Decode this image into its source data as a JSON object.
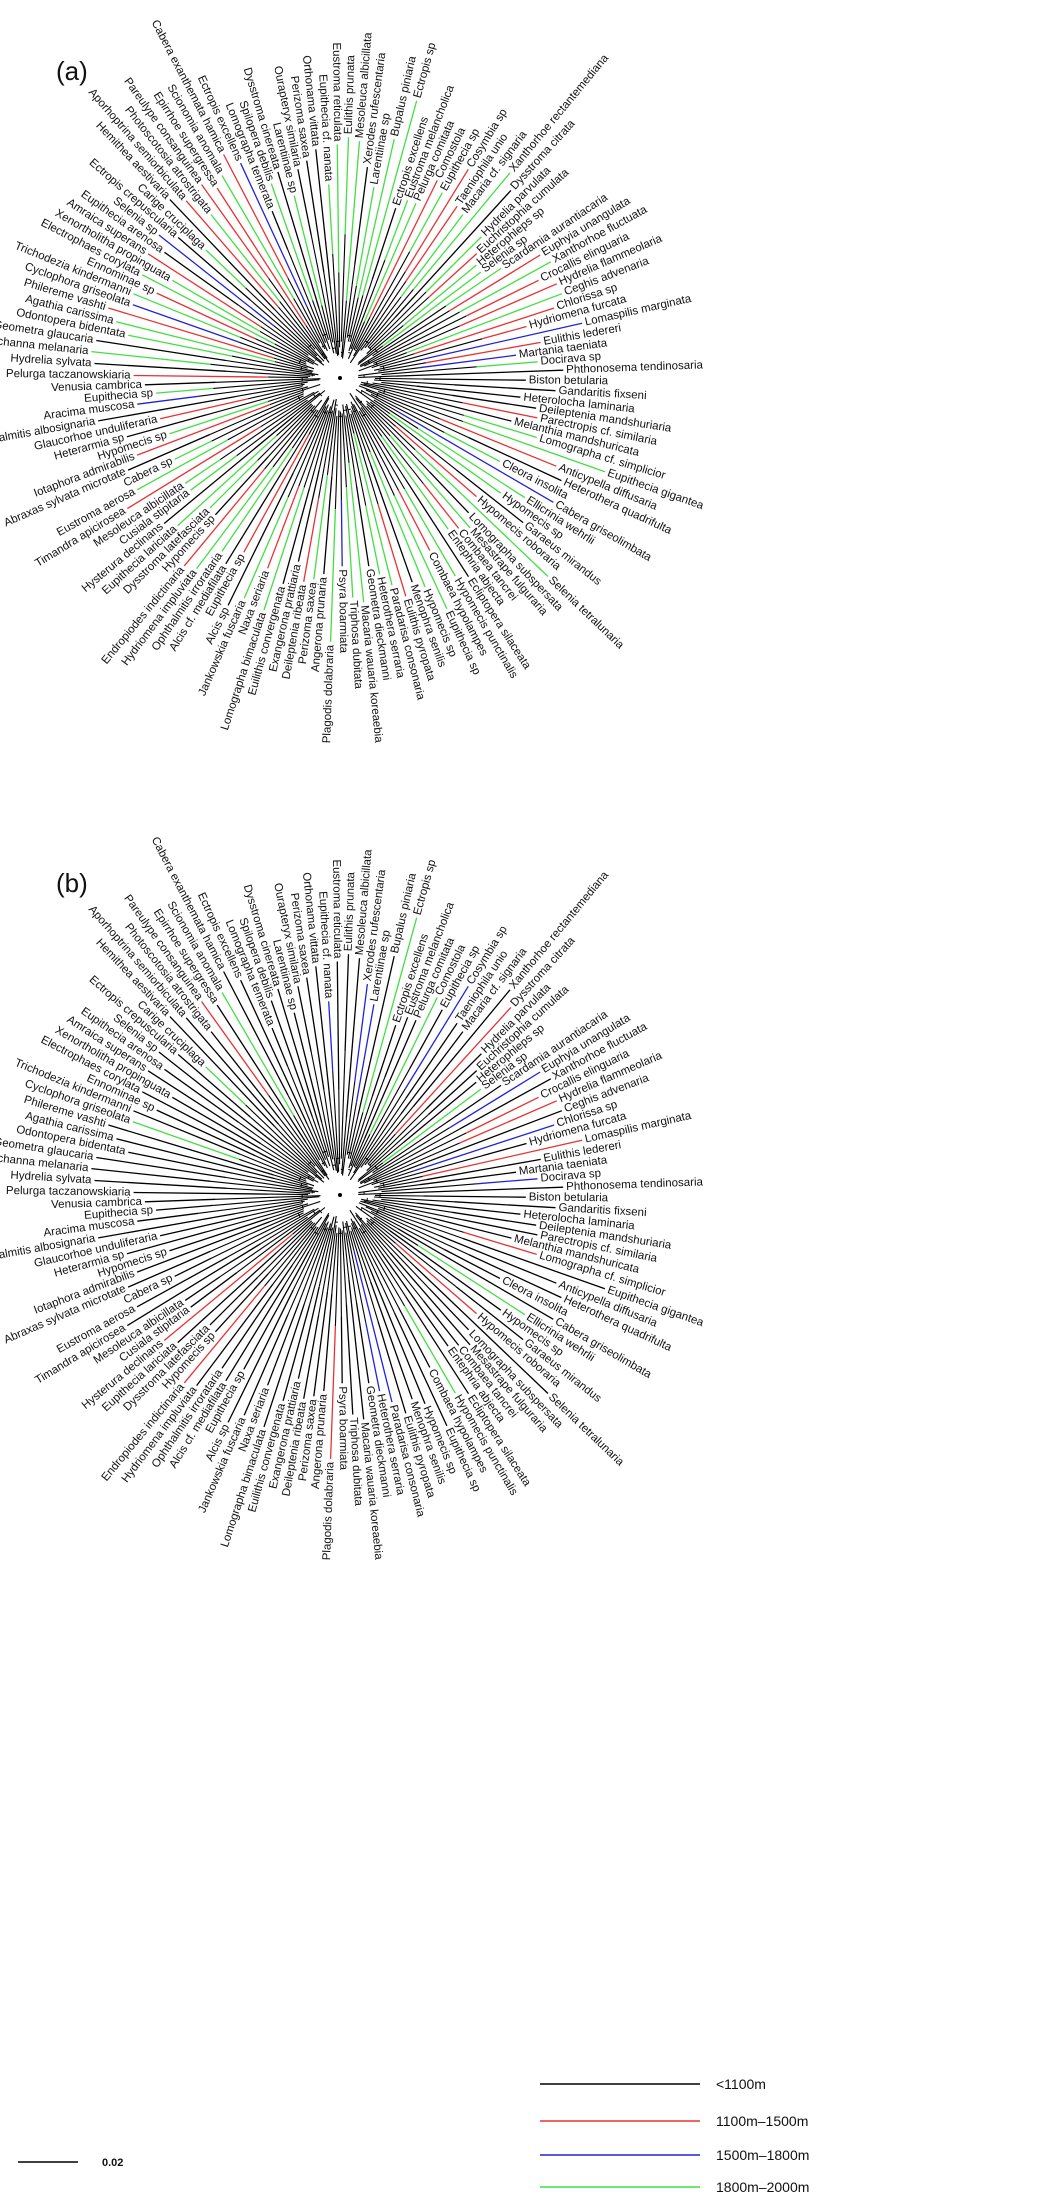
{
  "panels": [
    {
      "label": "(a)"
    },
    {
      "label": "(b)"
    }
  ],
  "legend": {
    "items": [
      {
        "label": "<1100m",
        "color": "#000000"
      },
      {
        "label": "1100m–1500m",
        "color": "#e53333"
      },
      {
        "label": "1500m–1800m",
        "color": "#2323d6"
      },
      {
        "label": "1800m–2000m",
        "color": "#44dd44"
      }
    ]
  },
  "scale_bar": {
    "label": "0.02"
  },
  "taxa": [
    "Phthonosema tendinosaria",
    "Docirava sp",
    "Martania taeniata",
    "Eulithis ledereri",
    "Lomaspilis marginata",
    "Hydriomena furcata",
    "Chlorissa sp",
    "Ceghis advenaria",
    "Hydrelia flammeolaria",
    "Crocallis elinguaria",
    "Xanthorhoe fluctuata",
    "Euphyia unangulata",
    "Scardamia aurantiacaria",
    "Selenia sp",
    "Heterophleps sp",
    "Euchristophia cumulata",
    "Hydrelia parvulata",
    "Dysstroma citrata",
    "Xanthorhoe rectantemediana",
    "Macaria cf. signaria",
    "Taeniophila unio",
    "Cosymbia sp",
    "Eupithecia sp",
    "Comostola",
    "Pelurga comitata",
    "Eustroma melancholica",
    "Ectropis excellens",
    "Ectropis sp",
    "Bupalus piniaria",
    "Larentiinae sp",
    "Xerodes rufescentaria",
    "Mesoleuca albicillata",
    "Eulithis prunata",
    "Eustroma reticulata",
    "Eupithecia cf. nanata",
    "Orthonama vittata",
    "Perizoma saxea",
    "Ourapteryx similaria",
    "Larentiinae sp",
    "Dysstroma cinereata",
    "Spilopera debilis",
    "Lomographa temerata",
    "Ectropis excellens",
    "Cabera exanthemata hamica",
    "Scionomia anomala",
    "Epirrhoe supergressa",
    "Pareulype consanguinea",
    "Photoscotosia atrostrigata",
    "Aporhoptrina semiorbiculata",
    "Hemithea aestivaria",
    "Carige cruciplaga",
    "Ectropis crepuscularia",
    "Selenia sp",
    "Eupithecia arenosa",
    "Amraica superans",
    "Xenortholitha propinguata",
    "Electrophaes corylata",
    "Ennominae sp",
    "Trichodezia kindermanni",
    "Cyclophora griseolata",
    "Philereme vashti",
    "Agathia carissima",
    "Odontopera bidentata",
    "Geometra glaucaria",
    "Arichanna melanaria",
    "Hydrelia sylvata",
    "Pelurga taczanowskiaria",
    "Venusia cambrica",
    "Eupithecia sp",
    "Aracima muscosa",
    "Ophthalmitis albosignaria",
    "Glaucorhoe unduliferaria",
    "Heterarmia sp",
    "Hypomecis sp",
    "Iotaphora admirabilis",
    "Abraxas sylvata microtate",
    "Cabera sp",
    "Eustroma aerosa",
    "Timandra apicirosea",
    "Mesoleuca albicillata",
    "Cusiala stipitaria",
    "Hysterura declinans",
    "Eupithecia lariciata",
    "Dysstroma latefasciata",
    "Hypomecis sp",
    "Endropiodes indictinaria",
    "Hydriomena impluviata",
    "Ophthalmitis irrorataria",
    "Alcis cf. mediafilata",
    "Eupithecia sp",
    "Alcis sp",
    "Jankowskia fuscaria",
    "Naxa seriaria",
    "Lomographa bimaculata",
    "Euilithis convergenata",
    "Exangerona prattiaria",
    "Deileptenia ribeata",
    "Perizoma saxea",
    "Angerona prunaria",
    "Plagodis dolabraria",
    "Psyra boarmiata",
    "Triphosa dubitata",
    "Macaria wauaria koreaebia",
    "Geometra dieckmanni",
    "Heterothera serraria",
    "Paradarisa consonaria",
    "Eulithis pyropata",
    "Menophra senilis",
    "Hypomecis sp",
    "Eupithecia sp",
    "Combaea hypolampes",
    "Hypomecis punctinalis",
    "Ecliptopera silaceata",
    "Entephria abjecta",
    "Combaea tancrei",
    "Mesastrape fulguraria",
    "Lomographa subspersata",
    "Selenia tetralunaria",
    "Hypomecis roboraria",
    "Garaeus mirandus",
    "Hypomecis sp",
    "Ellicrinia wehrlii",
    "Cabera griseolimbata",
    "Cleora insolita",
    "Heterothera quadrifulta",
    "Anticypella diffusaria",
    "Eupithecia gigantea",
    "Lomographa cf. simplicior",
    "Melanthia mandshuricata",
    "Parectropis cf. similaria",
    "Deileptenia mandshuriaria",
    "Heterolocha laminaria",
    "Gandaritis fixseni",
    "Biston betularia"
  ],
  "panel_a_colors": [
    0,
    3,
    2,
    1,
    2,
    1,
    1,
    3,
    1,
    1,
    3,
    1,
    3,
    3,
    3,
    1,
    3,
    0,
    3,
    3,
    1,
    1,
    3,
    1,
    3,
    3,
    0,
    3,
    3,
    3,
    0,
    3,
    3,
    3,
    3,
    0,
    0,
    0,
    3,
    0,
    3,
    0,
    2,
    1,
    3,
    1,
    1,
    3,
    1,
    0,
    3,
    0,
    2,
    0,
    1,
    3,
    3,
    1,
    3,
    2,
    1,
    3,
    3,
    0,
    3,
    0,
    1,
    0,
    3,
    2,
    0,
    1,
    0,
    3,
    1,
    0,
    3,
    3,
    1,
    3,
    3,
    0,
    3,
    3,
    0,
    1,
    3,
    3,
    0,
    1,
    0,
    3,
    1,
    3,
    0,
    0,
    1,
    3,
    0,
    3,
    2,
    3,
    3,
    0,
    3,
    3,
    1,
    0,
    3,
    3,
    1,
    3,
    0,
    3,
    1,
    3,
    0,
    3,
    1,
    0,
    3,
    3,
    2,
    3,
    0,
    1,
    3,
    3,
    0,
    1
  ],
  "panel_b_colors": [
    0,
    2,
    0,
    0,
    1,
    0,
    2,
    0,
    1,
    1,
    0,
    2,
    0,
    3,
    0,
    0,
    0,
    1,
    0,
    0,
    0,
    2,
    0,
    3,
    0,
    0,
    0,
    3,
    0,
    2,
    2,
    0,
    0,
    0,
    2,
    0,
    0,
    0,
    0,
    0,
    0,
    0,
    0,
    0,
    3,
    0,
    1,
    0,
    0,
    0,
    3,
    0,
    0,
    0,
    0,
    0,
    0,
    0,
    0,
    3,
    0,
    0,
    0,
    0,
    0,
    0,
    0,
    0,
    0,
    0,
    0,
    0,
    0,
    0,
    0,
    0,
    0,
    0,
    0,
    0,
    0,
    1,
    0,
    0,
    0,
    1,
    0,
    0,
    0,
    0,
    0,
    0,
    0,
    0,
    0,
    0,
    0,
    0,
    0,
    1,
    0,
    0,
    0,
    0,
    2,
    2,
    0,
    0,
    0,
    0,
    0,
    3,
    0,
    0,
    0,
    0,
    0,
    0,
    1,
    0,
    0,
    3,
    0,
    0,
    0,
    0,
    0,
    1,
    0,
    0
  ]
}
